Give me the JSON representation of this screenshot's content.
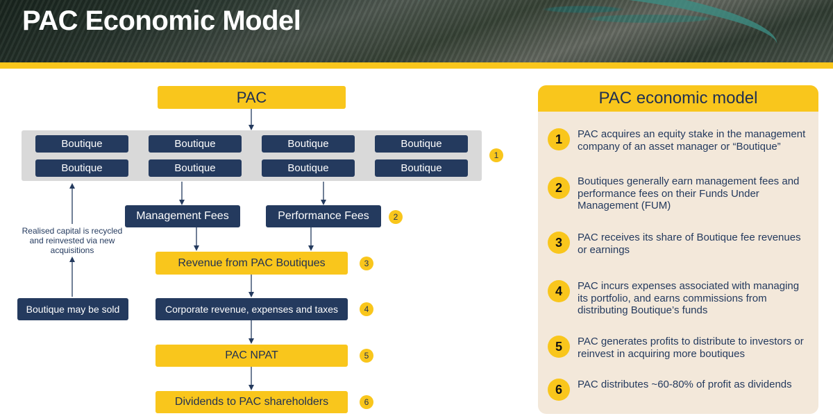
{
  "header": {
    "title": "PAC Economic Model"
  },
  "diagram": {
    "pac": "PAC",
    "boutique": "Boutique",
    "management_fees": "Management Fees",
    "performance_fees": "Performance Fees",
    "revenue": "Revenue from PAC Boutiques",
    "corporate": "Corporate revenue, expenses and taxes",
    "npat": "PAC NPAT",
    "dividends": "Dividends to PAC shareholders",
    "boutique_sold": "Boutique may be sold",
    "recycle_note": "Realised capital is recycled and reinvested via new acquisitions",
    "markers": [
      "1",
      "2",
      "3",
      "4",
      "5",
      "6"
    ]
  },
  "panel": {
    "title": "PAC economic model",
    "steps": [
      {
        "num": "1",
        "text": "PAC acquires an equity stake in the management company of an asset manager or “Boutique”"
      },
      {
        "num": "2",
        "text": "Boutiques generally earn management fees and performance fees on their Funds Under Management (FUM)"
      },
      {
        "num": "3",
        "text": "PAC receives its share of Boutique fee revenues or earnings"
      },
      {
        "num": "4",
        "text": "PAC incurs expenses associated with managing its portfolio, and earns commissions from distributing Boutique’s funds"
      },
      {
        "num": "5",
        "text": "PAC generates profits to distribute to investors or reinvest in acquiring more boutiques"
      },
      {
        "num": "6",
        "text": "PAC distributes ~60-80% of profit as dividends"
      }
    ]
  },
  "colors": {
    "accent": "#f9c61c",
    "navy": "#243a5e",
    "panel_bg": "#f3e8da",
    "gray": "#d9d9d9"
  }
}
